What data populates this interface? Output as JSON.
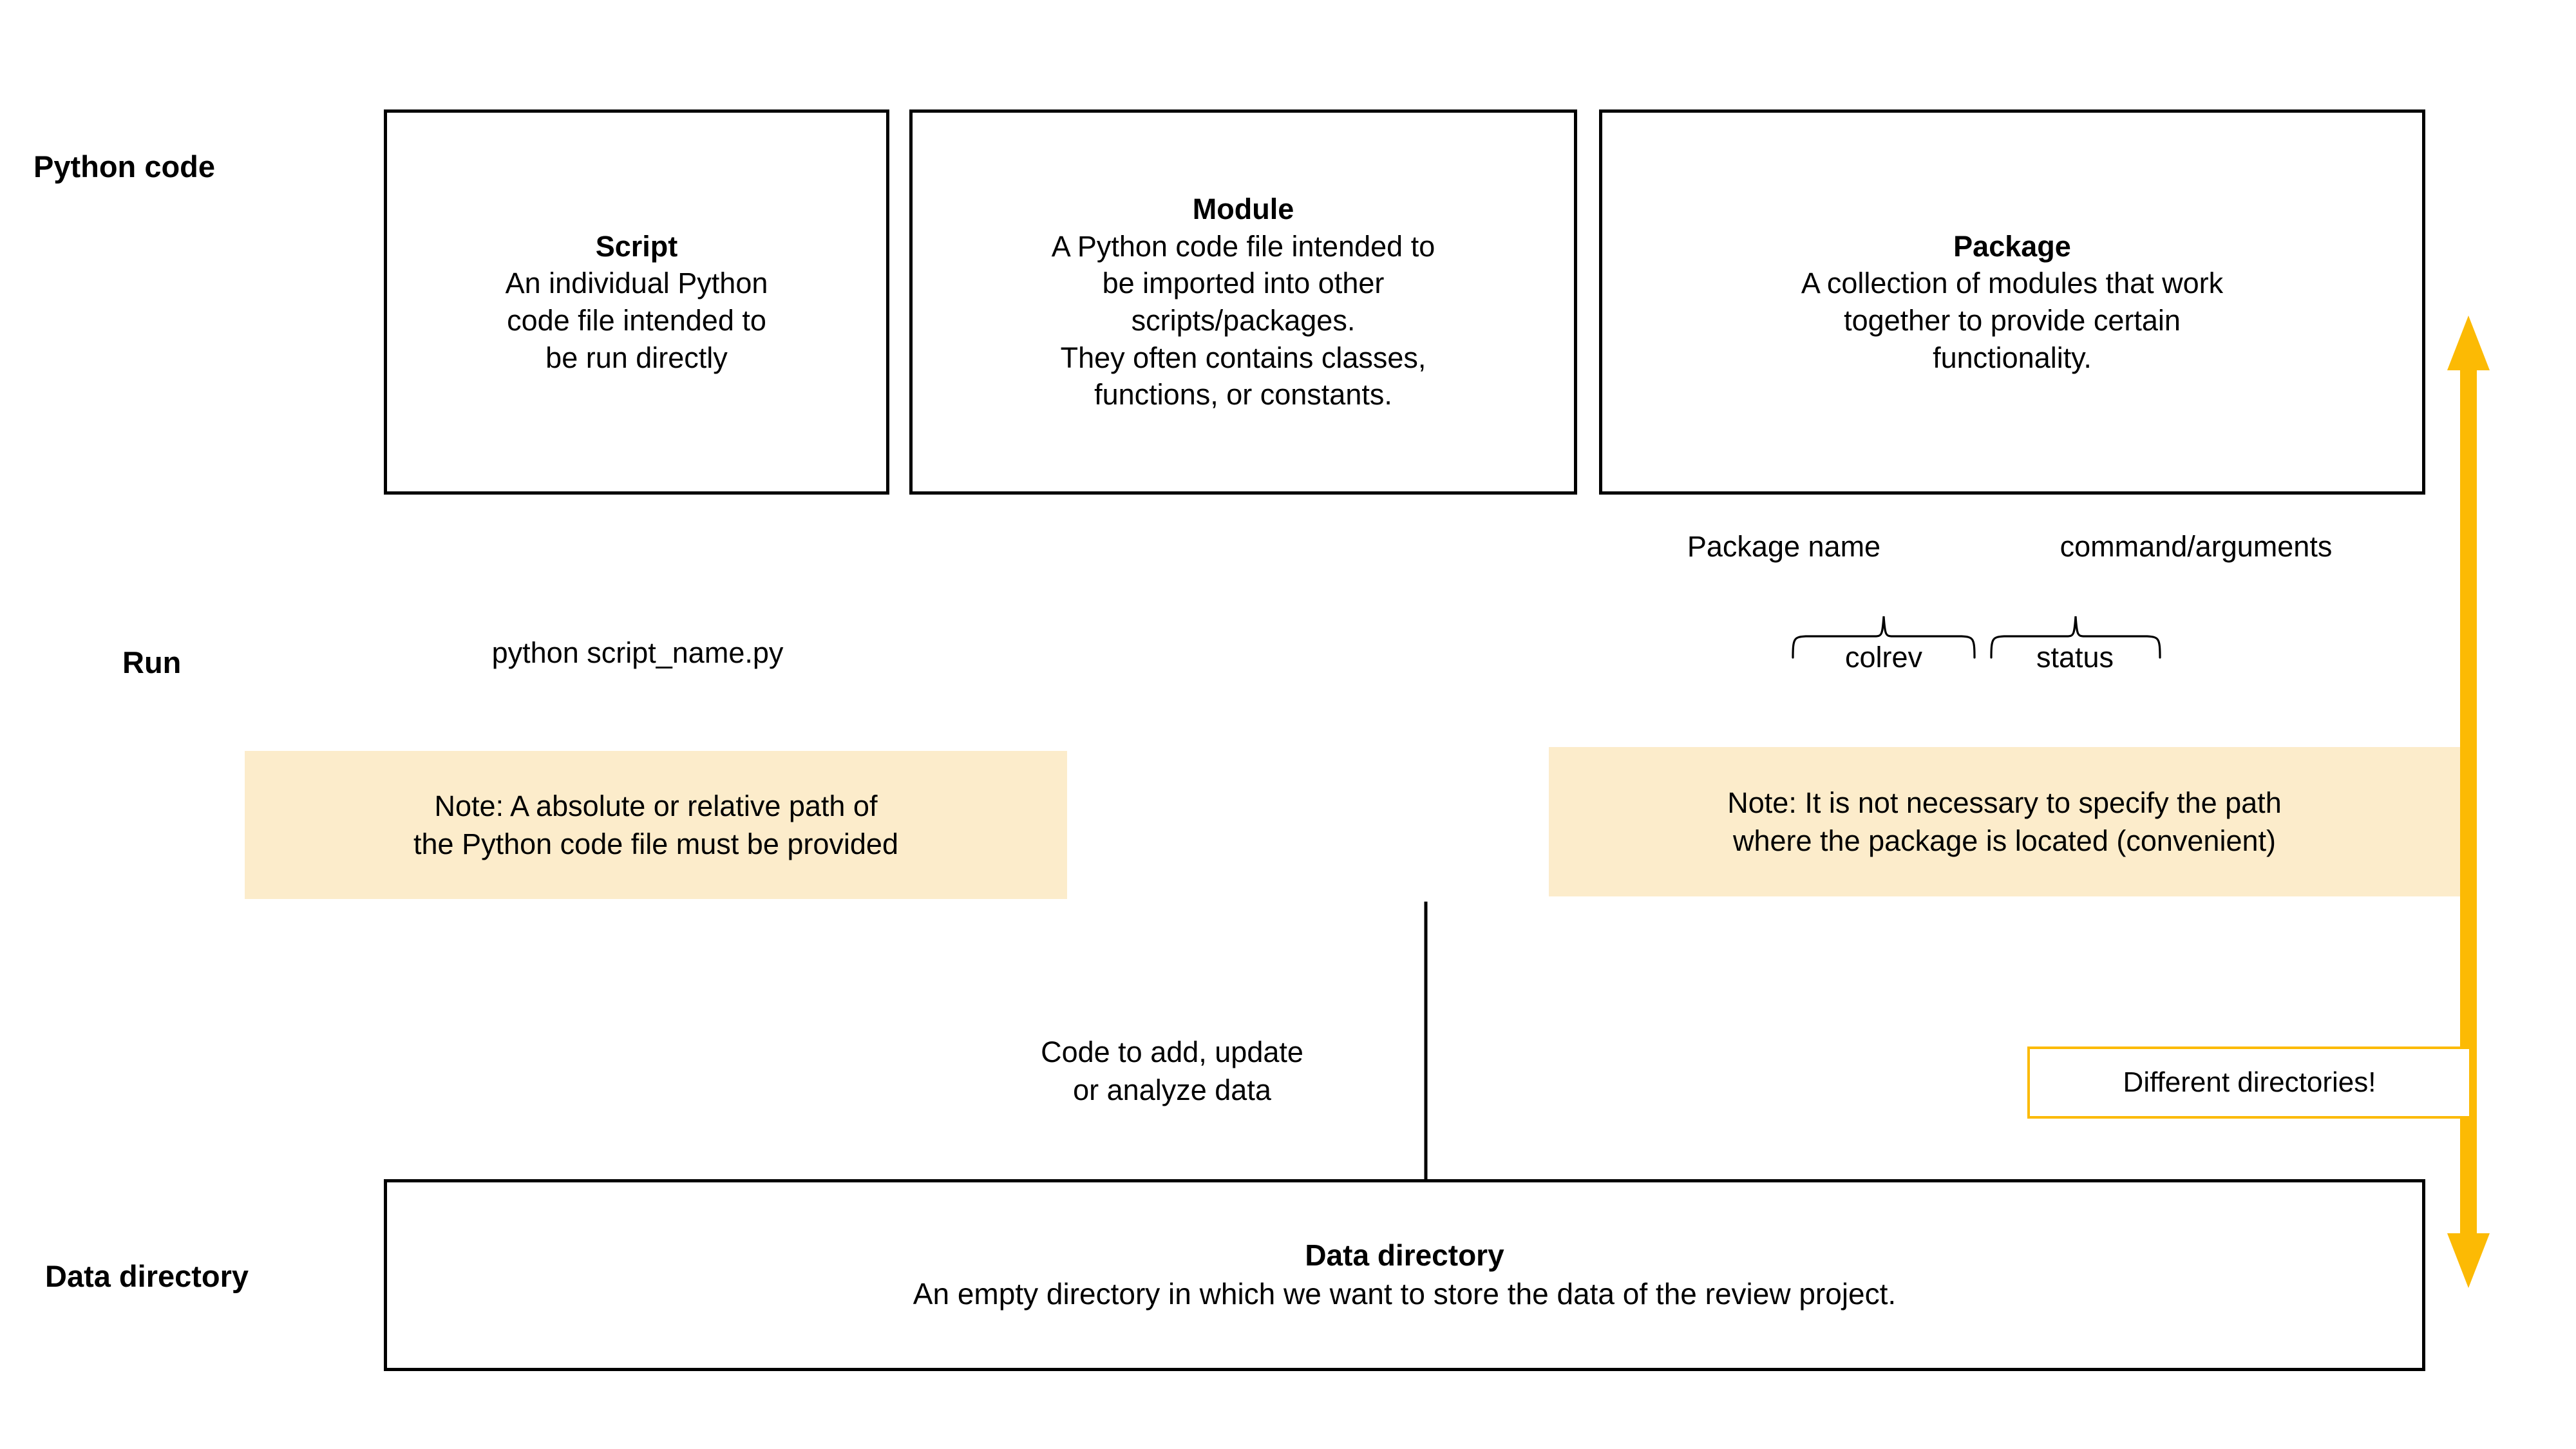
{
  "row_labels": {
    "python_code": "Python code",
    "run": "Run",
    "data_directory": "Data directory"
  },
  "concept_boxes": [
    {
      "key": "script",
      "title": "Script",
      "description": "An individual Python\ncode file intended to\nbe run directly"
    },
    {
      "key": "module",
      "title": "Module",
      "description": "A Python code file intended to\nbe imported into other\nscripts/packages.\nThey often contains classes,\nfunctions, or constants."
    },
    {
      "key": "package",
      "title": "Package",
      "description": "A collection of modules that work\ntogether to provide certain\nfunctionality."
    }
  ],
  "run_row": {
    "script_command": "python script_name.py",
    "package_name_label": "Package name",
    "command_arguments_label": "command/arguments",
    "package_token": "colrev",
    "command_token": "status"
  },
  "notes": {
    "left": "Note: A absolute or relative path of\nthe Python code file must be provided",
    "right": "Note: It is not necessary to specify the path\nwhere the package is located (convenient)"
  },
  "flow": {
    "arrow_label": "Code to add, update\nor analyze data"
  },
  "callout": {
    "text": "Different directories!"
  },
  "data_directory_box": {
    "title": "Data directory",
    "description": "An empty directory in which we want to store the data of the review project."
  },
  "colors": {
    "note_fill": "#FCECCB",
    "accent_yellow": "#FCBA04",
    "box_border": "#000000",
    "text": "#000000",
    "background": "#FFFFFF"
  },
  "icons": {
    "down_arrow": "down-arrow-icon",
    "double_arrow": "vertical-double-arrow-icon",
    "brace_package": "curly-brace-up-icon",
    "brace_command": "curly-brace-up-icon"
  }
}
